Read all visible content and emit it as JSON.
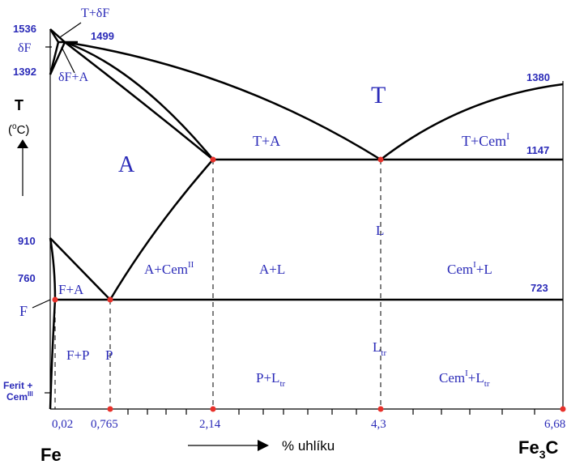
{
  "temperatures": {
    "t1536": "1536",
    "t1499": "1499",
    "t1392": "1392",
    "t1380": "1380",
    "t1147": "1147",
    "t910": "910",
    "t760": "760",
    "t723": "723"
  },
  "axis": {
    "y_label": "T",
    "y_unit_open": "(",
    "y_unit_o": "o",
    "y_unit_c": "C)",
    "x_ticks": [
      "0,02",
      "0,765",
      "2,14",
      "4,3",
      "6,68"
    ],
    "x_label": "% uhlíku",
    "left_end": "Fe",
    "right_end_main": "Fe",
    "right_end_sub": "3",
    "right_end_tail": "C"
  },
  "regions": {
    "t_delta_f": "T+δF",
    "delta_f": "δF",
    "delta_f_a": "δF+A",
    "t_upper": "T",
    "t_a": "T+A",
    "t_cem_main": "T+Cem",
    "t_cem_sup": "I",
    "a": "A",
    "l": "L",
    "a_cem2_main": "A+Cem",
    "a_cem2_sup": "II",
    "a_l": "A+L",
    "cem1_l_main": "Cem",
    "cem1_l_sup": "I",
    "cem1_l_tail": "+L",
    "f_a": "F+A",
    "f": "F",
    "f_p": "F+P",
    "p": "P",
    "ltr_main": "L",
    "ltr_sub": "tr",
    "p_ltr_main": "P+L",
    "p_ltr_sub": "tr",
    "cem1_ltr_main": "Cem",
    "cem1_ltr_sup": "I",
    "cem1_ltr_mid": "+L",
    "cem1_ltr_sub": "tr",
    "ferit_line1": "Ferit +",
    "ferit_line2": "Cem",
    "ferit_sup": "III"
  },
  "colors": {
    "label_blue": "#2b2bb8",
    "point_red": "#e8312a"
  }
}
